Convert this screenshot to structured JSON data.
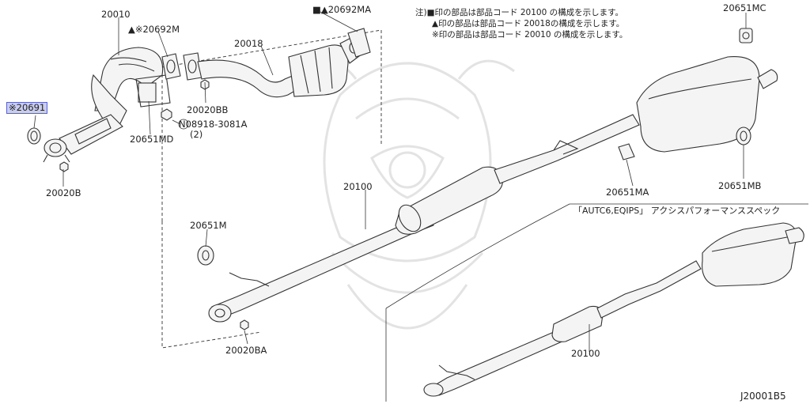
{
  "labels": {
    "p20010": "20010",
    "p20692m": "▲※20692M",
    "p20692ma": "■▲20692MA",
    "p20018": "20018",
    "p20691": "※20691",
    "p20020bb": "20020BB",
    "p08918": "N08918-3081A",
    "p08918qty": "(2)",
    "p20651md": "20651MD",
    "p20020b": "20020B",
    "p20100": "20100",
    "p20651mc": "20651MC",
    "p20651ma": "20651MA",
    "p20651mb": "20651MB",
    "p20651m": "20651M",
    "p20020ba": "20020BA",
    "p20100b": "20100",
    "variant": "「AUTC6,EQIPS」 アクシスパフォーマンススペック",
    "diagram_code": "J20001B5"
  },
  "notes": {
    "line1": "注)■印の部品は部品コード 20100 の構成を示します。",
    "line2": "▲印の部品は部品コード 20018の構成を示します。",
    "line3": "※印の部品は部品コード 20010 の構成を示します。"
  },
  "highlight_color": "#c9cdf0"
}
